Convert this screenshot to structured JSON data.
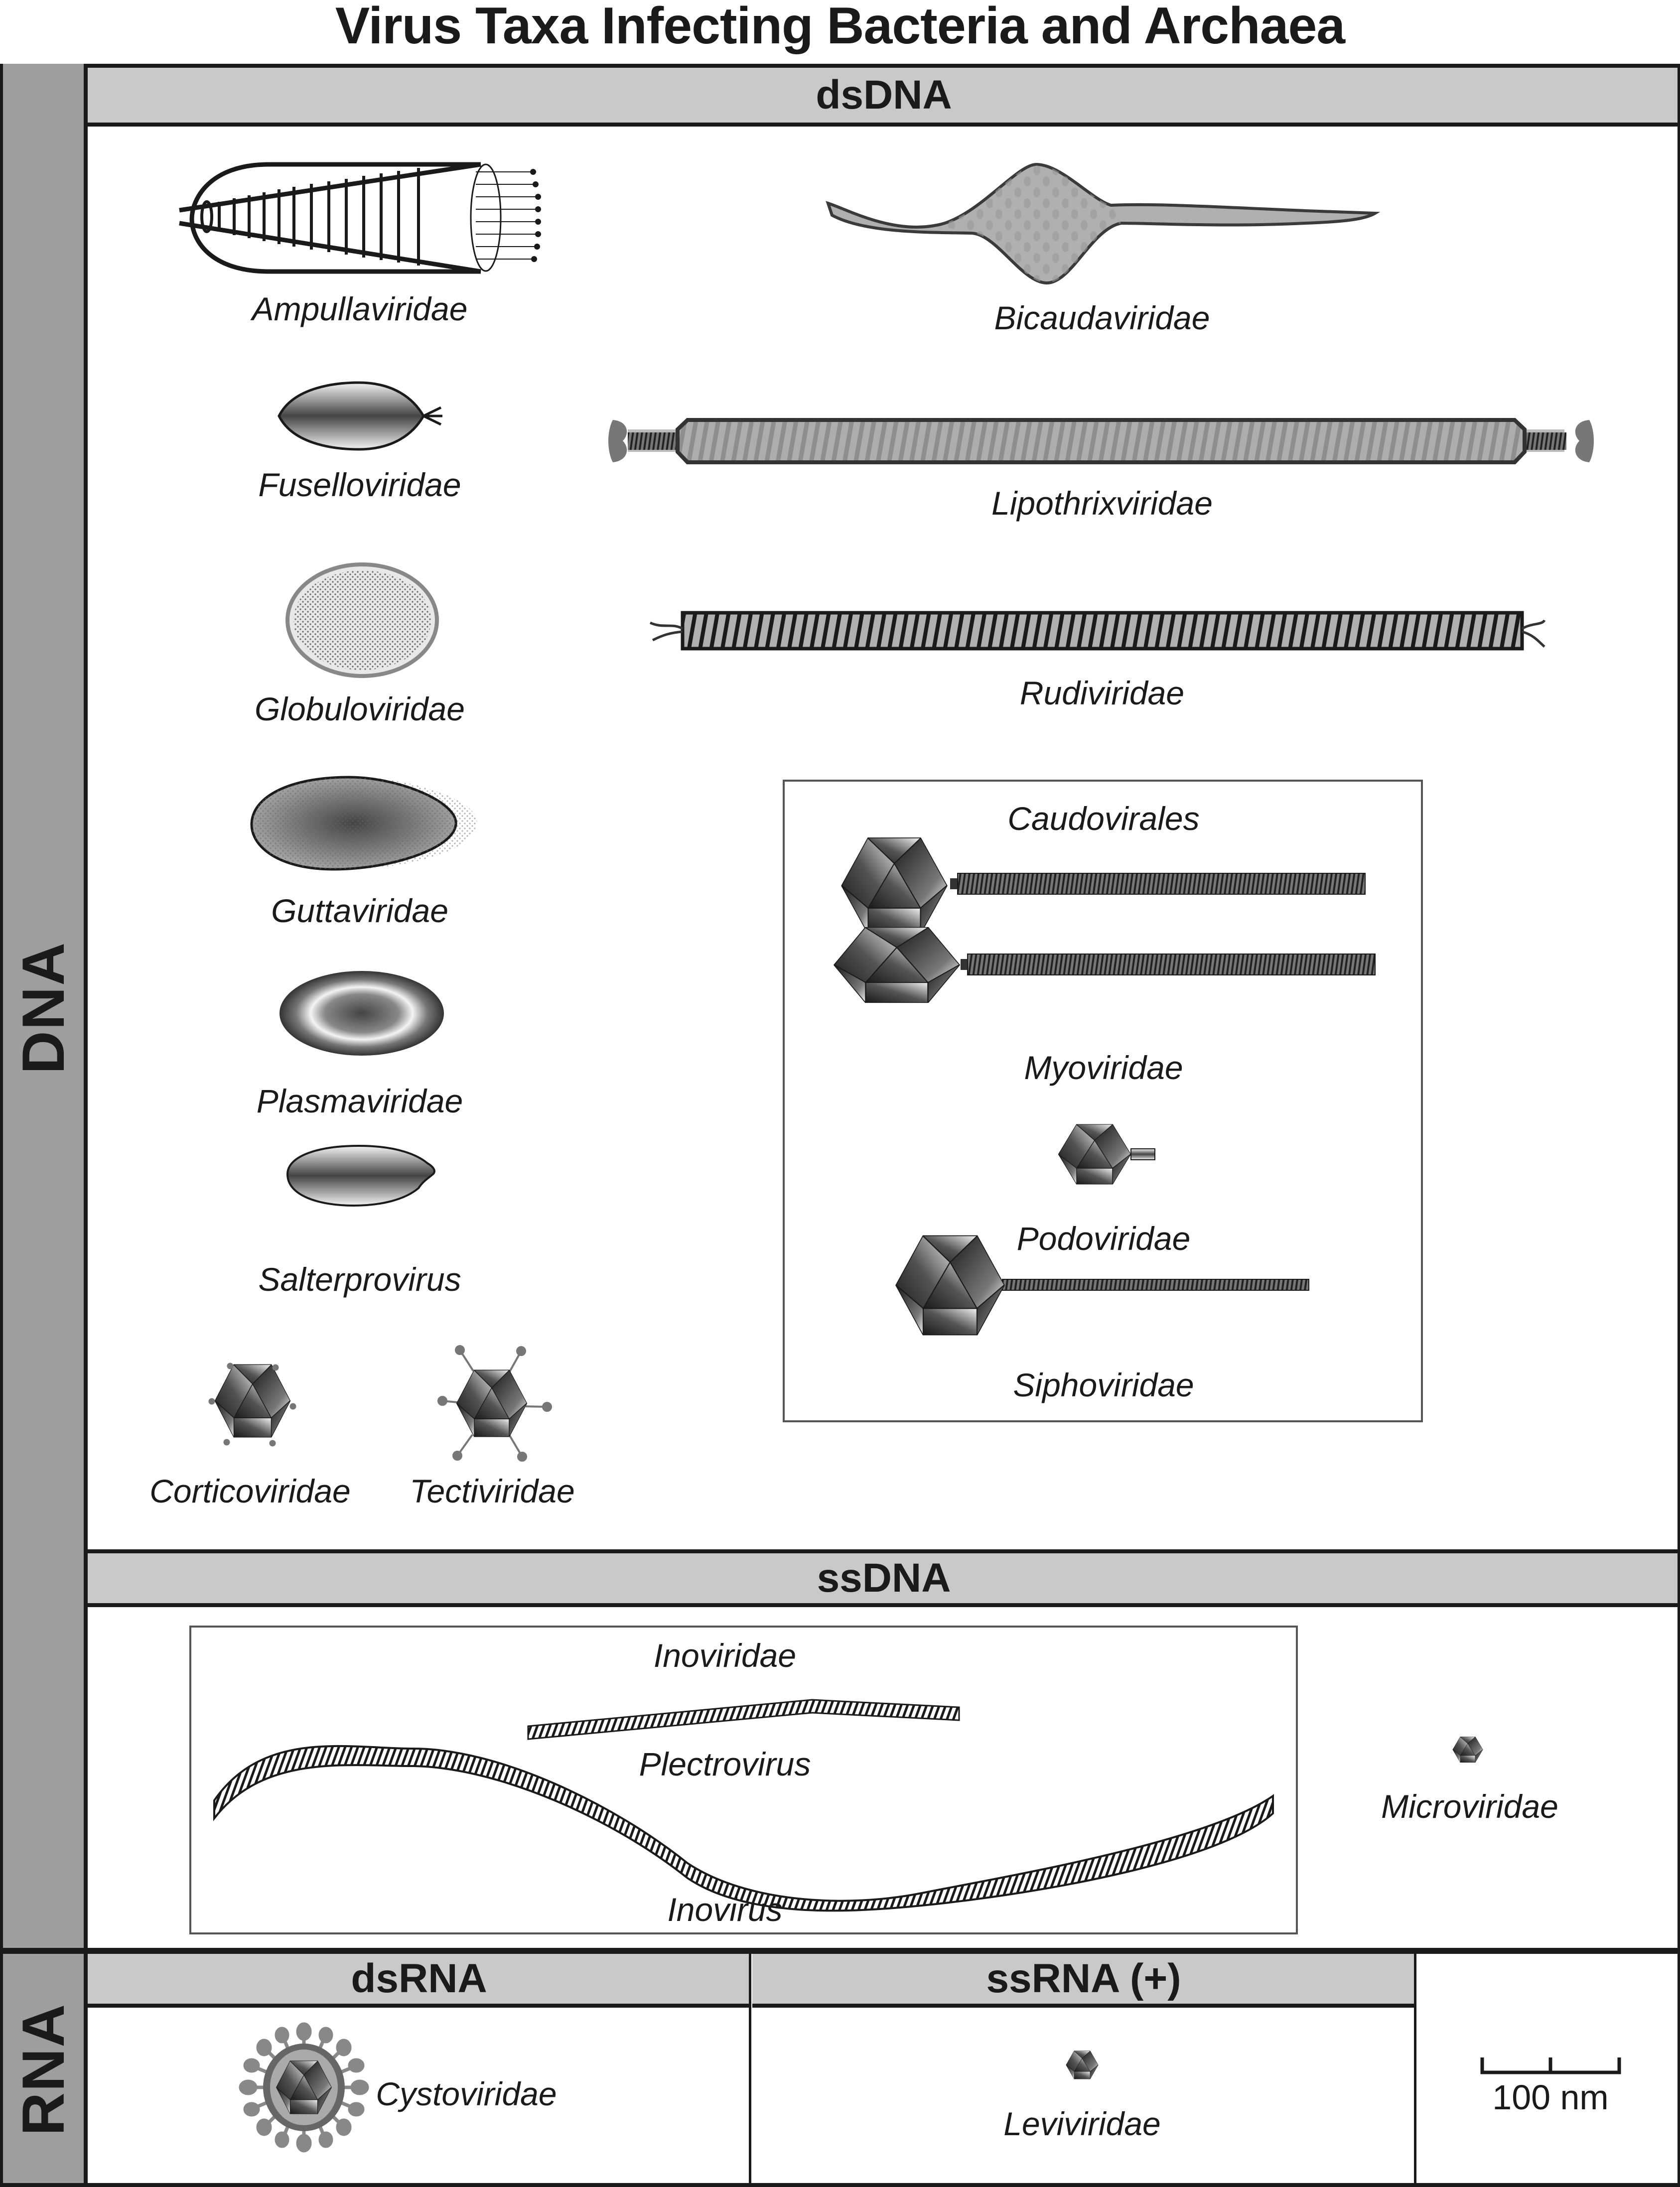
{
  "title": "Virus Taxa Infecting Bacteria and Archaea",
  "sections": {
    "dna": "DNA",
    "rna": "RNA",
    "dsDNA": "dsDNA",
    "ssDNA": "ssDNA",
    "dsRNA": "dsRNA",
    "ssRNA": "ssRNA (+)"
  },
  "dsDNA_taxa": {
    "ampullaviridae": "Ampullaviridae",
    "bicaudaviridae": "Bicaudaviridae",
    "fuselloviridae": "Fuselloviridae",
    "lipothrixviridae": "Lipothrixviridae",
    "globuloviridae": "Globuloviridae",
    "rudiviridae": "Rudiviridae",
    "guttaviridae": "Guttaviridae",
    "plasmaviridae": "Plasmaviridae",
    "salterprovirus": "Salterprovirus",
    "corticoviridae": "Corticoviridae",
    "tectiviridae": "Tectiviridae",
    "caudovirales": {
      "group_label": "Caudovirales",
      "myoviridae": "Myoviridae",
      "podoviridae": "Podoviridae",
      "siphoviridae": "Siphoviridae"
    }
  },
  "ssDNA_taxa": {
    "inoviridae": {
      "group_label": "Inoviridae",
      "plectrovirus": "Plectrovirus",
      "inovirus": "Inovirus"
    },
    "microviridae": "Microviridae"
  },
  "dsRNA_taxa": {
    "cystoviridae": "Cystoviridae"
  },
  "ssRNA_taxa": {
    "leviviridae": "Leviviridae"
  },
  "scale_bar": {
    "label": "100 nm",
    "value_nm": 100
  },
  "colors": {
    "header_fill": "#c9c9c9",
    "side_fill": "#9e9e9e",
    "ink": "#1a1a1a",
    "virus_gray": "#a8a8a8"
  }
}
